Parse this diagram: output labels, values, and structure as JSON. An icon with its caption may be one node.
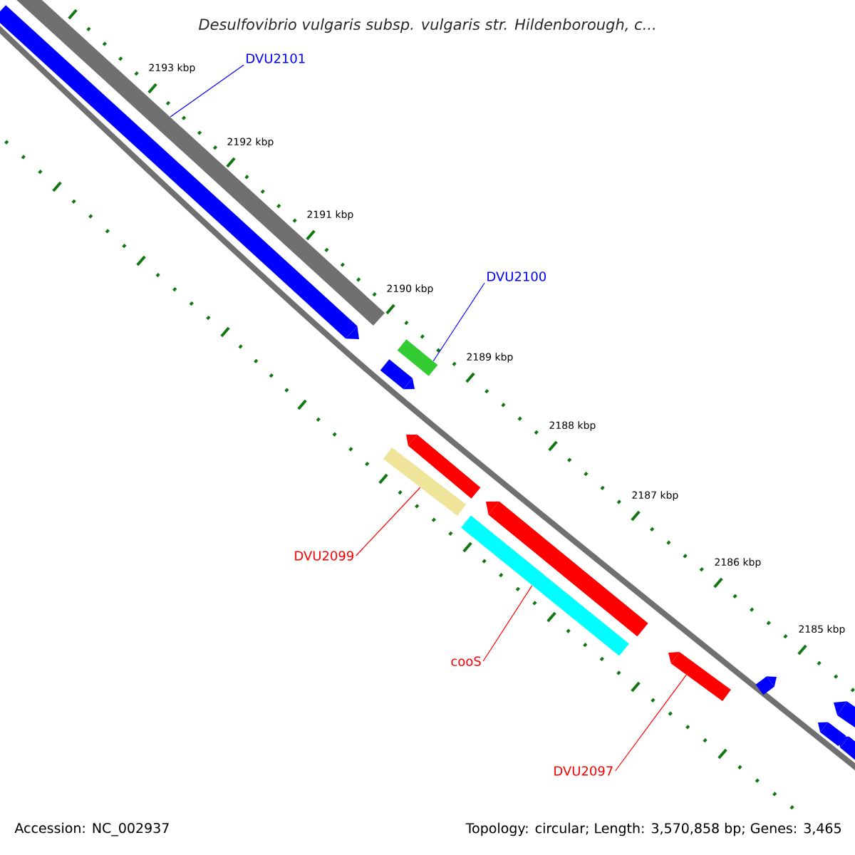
{
  "diagram": {
    "title": "Desulfovibrio vulgaris subsp. vulgaris str. Hildenborough, c...",
    "nodes": [
      {
        "text": [
          "DVU2101"
        ]
      },
      {
        "text": [
          "DVU2100"
        ]
      },
      {
        "text": [
          "DVU2099"
        ]
      },
      {
        "text": [
          "cooS"
        ]
      },
      {
        "text": [
          "DVU2097"
        ]
      },
      {
        "text": [],
        "shape": "bar"
      },
      {
        "text": [],
        "shape": "bar"
      },
      {
        "text": [],
        "shape": "bar"
      },
      {
        "text": [],
        "shape": "bar"
      },
      {
        "text": [],
        "shape": "bar"
      },
      {
        "text": [],
        "shape": "bar"
      },
      {
        "text": [],
        "shape": "bar"
      },
      {
        "text": [],
        "shape": "bar"
      },
      {
        "text": [],
        "shape": "bar"
      },
      {
        "text": [],
        "shape": "bar"
      },
      {
        "text": [],
        "shape": "bar"
      },
      {
        "text": [],
        "shape": "bar"
      },
      {
        "text": [],
        "shape": "bar"
      }
    ],
    "edges": [
      {
        "from": 0,
        "to": 5,
        "arrow": "none",
        "color": "#0000ff"
      },
      {
        "from": 1,
        "to": 6,
        "arrow": "none",
        "color": "#0000ff"
      },
      {
        "from": 2,
        "to": 7,
        "arrow": "none",
        "color": "#ff0000"
      },
      {
        "from": 3,
        "to": 8,
        "arrow": "none",
        "color": "#ff0000"
      },
      {
        "from": 4,
        "to": 9,
        "arrow": "none",
        "color": "#ff0000"
      }
    ],
    "labels": [
      "2193 kbp",
      "2192 kbp",
      "2191 kbp",
      "2190 kbp",
      "2189 kbp",
      "2188 kbp",
      "2187 kbp",
      "2186 kbp",
      "2185 kbp",
      "Accession: NC_002937",
      "Topology: circular; Length: 3,570,858 bp; Genes: 3,465"
    ]
  }
}
